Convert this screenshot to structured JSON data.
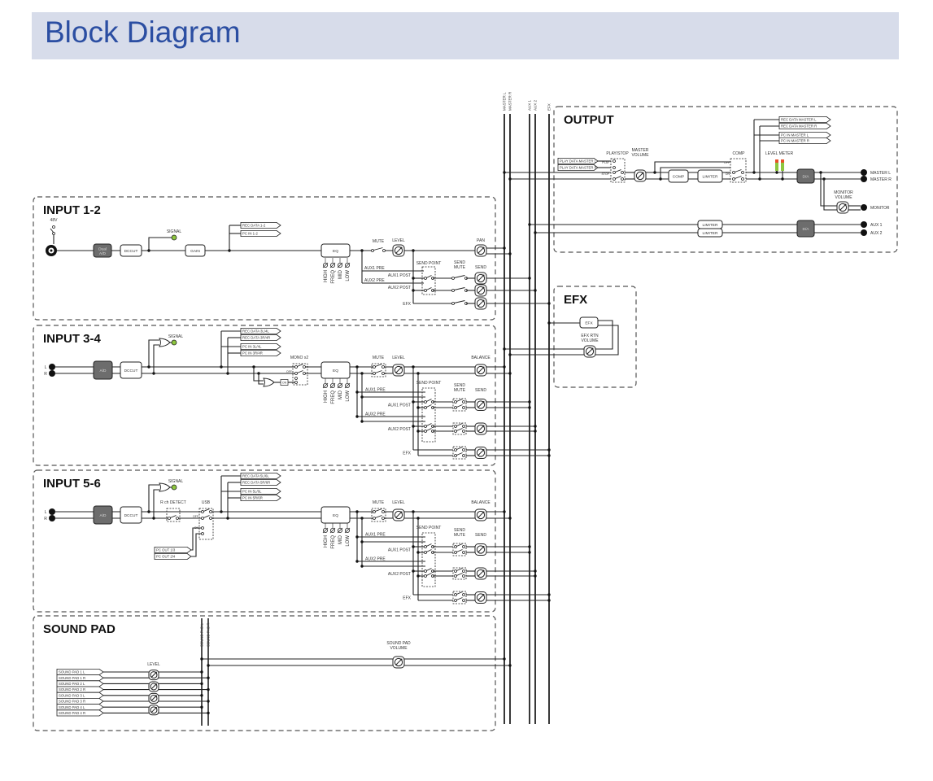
{
  "title": "Block Diagram",
  "colors": {
    "header_bg": "#d7dcea",
    "title": "#2b4ea2",
    "signal_led": "#8dc63f",
    "converter_block": "#6d6d6d",
    "meter_green": "#8dc63f",
    "meter_peak": "#e8502a"
  },
  "buses": {
    "master_l": "MASTER L",
    "master_r": "MASTER R",
    "aux1": "AUX 1",
    "aux2": "AUX 2",
    "efx": "EFX"
  },
  "output": {
    "title": "OUTPUT",
    "rec_tags": [
      "REC DATA MASTER L",
      "REC DATA MASTER R",
      "PC IN MASTER L",
      "PC IN MASTER R"
    ],
    "play_tags": [
      "PLAY DATA MASTER L",
      "PLAY DATA MASTER R"
    ],
    "play_stop": "PLAY/STOP",
    "play": "PLAY",
    "stop": "STOP",
    "master_volume": [
      "MASTER",
      "VOLUME"
    ],
    "comp_switch": "COMP",
    "off": "OFF",
    "on": "ON",
    "comp": "COMP",
    "limiter": "LIMITER",
    "level_meter": "LEVEL METER",
    "da": "D/A",
    "monitor_volume": [
      "MONITOR",
      "VOLUME"
    ],
    "outputs": [
      "MASTER L",
      "MASTER R",
      "MONITOR",
      "AUX 1",
      "AUX 2"
    ]
  },
  "efx": {
    "title": "EFX",
    "block": "EFX",
    "rtn_volume": [
      "EFX RTN",
      "VOLUME"
    ]
  },
  "input_1_2": {
    "title": "INPUT 1-2",
    "phantom": "48V",
    "signal": "SIGNAL",
    "ad": [
      "Dual",
      "A/D"
    ],
    "dccut": "DCCUT",
    "gain": "GAIN",
    "tags": [
      "REC DATA 1-2",
      "PC IN 1-2"
    ],
    "eq": "EQ",
    "eq_bands": [
      "HIGH",
      "FREQ",
      "MID",
      "LOW"
    ],
    "mute": "MUTE",
    "level": "LEVEL",
    "pan": "PAN",
    "aux1_pre": "AUX1 PRE",
    "aux1_post": "AUX1 POST",
    "aux2_pre": "AUX2 PRE",
    "aux2_post": "AUX2 POST",
    "efx": "EFX",
    "send_point": "SEND POINT",
    "send_mute": [
      "SEND",
      "MUTE"
    ],
    "send": "SEND"
  },
  "input_3_4": {
    "title": "INPUT 3-4",
    "ch_l": "L",
    "ch_r": "R",
    "signal": "SIGNAL",
    "ad": "A/D",
    "dccut": "DCCUT",
    "tags": [
      "REC DATA 3L/4L",
      "REC DATA 3R/4R",
      "PC IN 3L/4L",
      "PC IN 3R/4R"
    ],
    "mono": "MONO x2",
    "off": "OFF",
    "on": "ON",
    "eq": "EQ",
    "eq_bands": [
      "HIGH",
      "FREQ",
      "MID",
      "LOW"
    ],
    "mute": "MUTE",
    "level": "LEVEL",
    "balance": "BALANCE",
    "aux1_pre": "AUX1 PRE",
    "aux1_post": "AUX1 POST",
    "aux2_pre": "AUX2 PRE",
    "aux2_post": "AUX2 POST",
    "efx": "EFX",
    "send_point": "SEND POINT",
    "send_mute": [
      "SEND",
      "MUTE"
    ],
    "send": "SEND"
  },
  "input_5_6": {
    "title": "INPUT 5-6",
    "ch_l": "L",
    "ch_r": "R",
    "signal": "SIGNAL",
    "ad": "A/D",
    "dccut": "DCCUT",
    "tags": [
      "REC DATA 5L/6L",
      "REC DATA 5R/6R",
      "PC IN 5L/6L",
      "PC IN 5R/6R"
    ],
    "rch_detect": "R ch DETECT",
    "usb": "USB",
    "off": "OFF",
    "on": "ON",
    "pc_out": [
      "PC OUT 1/3",
      "PC OUT 2/4"
    ],
    "eq": "EQ",
    "eq_bands": [
      "HIGH",
      "FREQ",
      "MID",
      "LOW"
    ],
    "mute": "MUTE",
    "level": "LEVEL",
    "balance": "BALANCE",
    "aux1_pre": "AUX1 PRE",
    "aux1_post": "AUX1 POST",
    "aux2_pre": "AUX2 PRE",
    "aux2_post": "AUX2 POST",
    "efx": "EFX",
    "send_point": "SEND POINT",
    "send_mute": [
      "SEND",
      "MUTE"
    ],
    "send": "SEND"
  },
  "sound_pad": {
    "title": "SOUND PAD",
    "bus_l": "SOUND PAD L",
    "bus_r": "SOUND PAD R",
    "level": "LEVEL",
    "pads": [
      "SOUND PAD 1 L",
      "SOUND PAD 1 R",
      "SOUND PAD 2 L",
      "SOUND PAD 2 R",
      "SOUND PAD 3 L",
      "SOUND PAD 3 R",
      "SOUND PAD 4 L",
      "SOUND PAD 4 R"
    ],
    "volume": [
      "SOUND PAD",
      "VOLUME"
    ]
  }
}
